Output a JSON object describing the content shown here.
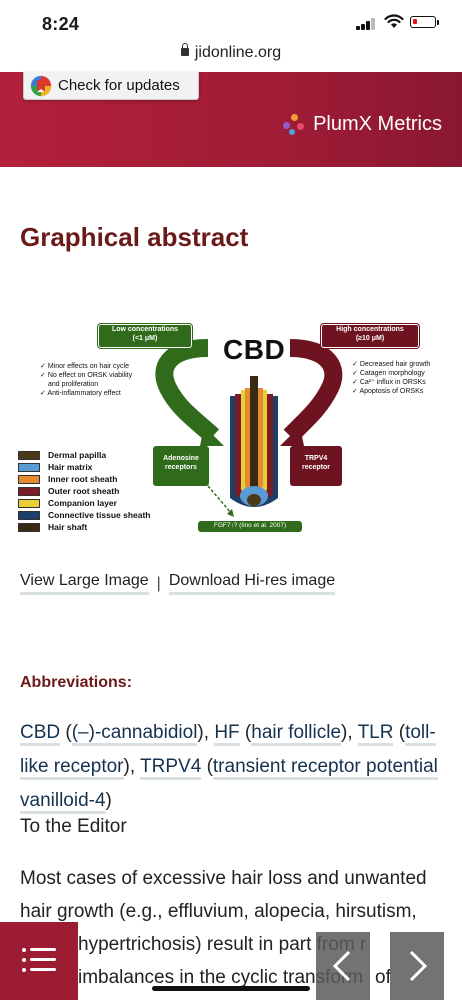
{
  "status_bar": {
    "time": "8:24"
  },
  "browser": {
    "url": "jidonline.org"
  },
  "banner": {
    "check_updates_label": "Check for updates",
    "plumx_label": "PlumX Metrics"
  },
  "graphical_abstract": {
    "heading": "Graphical abstract",
    "figure": {
      "low_title": "Low concentrations",
      "low_sub": "(<1 μM)",
      "high_title": "High concentrations",
      "high_sub": "(≥10 μM)",
      "cbd": "CBD",
      "low_effects": [
        "Minor effects on hair cycle",
        "No effect on ORSK viability",
        "and proliferation",
        "Anti-inflammatory effect"
      ],
      "high_effects": [
        "Decreased hair growth",
        "Catagen morphology",
        "Ca²⁺ influx in ORSKs",
        "Apoptosis of ORSKs"
      ],
      "adenosine_label": "Adenosine receptors",
      "trpv4_label": "TRPV4 receptor",
      "fgf_label": "FGF7↑? (Iino et al. 2007)",
      "legend": [
        {
          "label": "Dermal papilla",
          "color": "#4a3a18"
        },
        {
          "label": "Hair matrix",
          "color": "#5b9bd5"
        },
        {
          "label": "Inner root sheath",
          "color": "#e58a2e"
        },
        {
          "label": "Outer root sheath",
          "color": "#7a1d24"
        },
        {
          "label": "Companion layer",
          "color": "#e8cf3a"
        },
        {
          "label": "Connective tissue sheath",
          "color": "#1f3f6b"
        },
        {
          "label": "Hair shaft",
          "color": "#3a2a14"
        }
      ]
    },
    "links": {
      "view_large": "View Large Image",
      "separator": "|",
      "download": "Download Hi-res image"
    }
  },
  "abbreviations": {
    "heading": "Abbreviations:",
    "items": [
      {
        "abbr": "CBD",
        "full": "(–)-cannabidiol"
      },
      {
        "abbr": "HF",
        "full": "hair follicle"
      },
      {
        "abbr": "TLR",
        "full": "toll-like receptor"
      },
      {
        "abbr": "TRPV4",
        "full": "transient receptor potential vanilloid-4"
      }
    ]
  },
  "article": {
    "salutation": "To the Editor",
    "paragraph_lines": [
      "Most cases of excessive hair loss and unwanted",
      "hair growth (e.g., effluvium, alopecia, hirsutism,",
      "hypertrichosis) result in part from r",
      "imbalances in the cyclic transform"
    ],
    "paragraph_trailing": "of"
  },
  "colors": {
    "brand_red": "#9b1c33",
    "heading_maroon": "#6b1a1a",
    "low_green": "#2f6b1a",
    "high_maroon": "#6e1420"
  }
}
